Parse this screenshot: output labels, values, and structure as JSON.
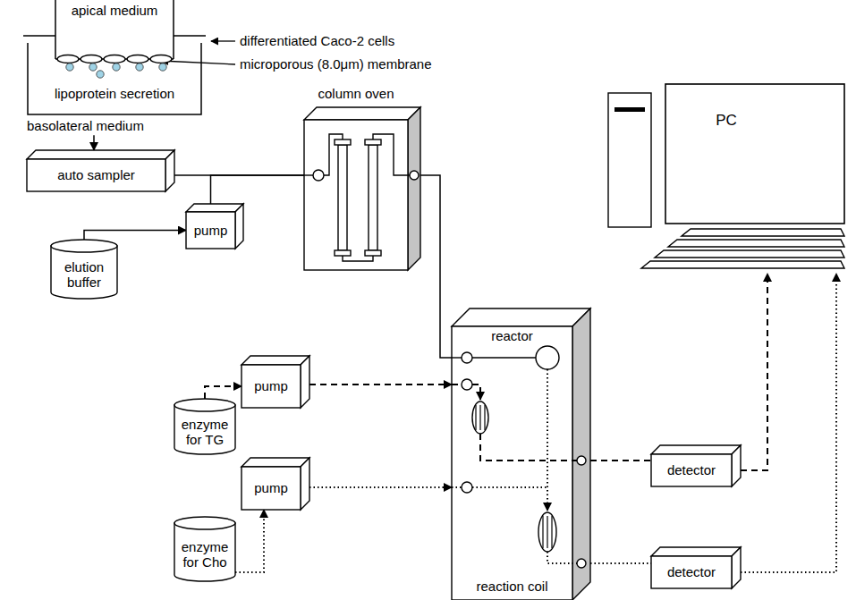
{
  "diagram": {
    "nodes": [
      {
        "text": [
          "lipoprotein secretion",
          "basolateral medium"
        ]
      },
      {
        "text": [
          "apical medium"
        ],
        "in": 0
      },
      {
        "text": [
          "auto sampler"
        ]
      },
      {
        "text": [
          "pump"
        ]
      },
      {
        "text": [
          "elution buffer"
        ]
      },
      {
        "text": [
          "column oven"
        ]
      },
      {
        "text": [
          "PC"
        ]
      },
      {
        "text": [
          "reactor",
          "reaction coil"
        ]
      },
      {
        "text": [
          "enzyme for TG"
        ]
      },
      {
        "text": [
          "pump"
        ]
      },
      {
        "text": [
          "enzyme for Cho"
        ]
      },
      {
        "text": [
          "pump"
        ]
      },
      {
        "text": [
          "detector"
        ]
      },
      {
        "text": [
          "detector"
        ]
      }
    ],
    "edges": [
      {
        "from": 0,
        "to": 2,
        "arrow": "to"
      },
      {
        "from": 4,
        "to": 3,
        "arrow": "to"
      },
      {
        "from": 2,
        "to": 5,
        "arrow": "none"
      },
      {
        "from": 3,
        "to": 5,
        "arrow": "none"
      },
      {
        "from": 5,
        "to": 7,
        "arrow": "none"
      },
      {
        "from": 8,
        "to": 9,
        "arrow": "to"
      },
      {
        "from": 10,
        "to": 11,
        "arrow": "to"
      },
      {
        "from": 9,
        "to": 7,
        "arrow": "to"
      },
      {
        "from": 11,
        "to": 7,
        "arrow": "to"
      },
      {
        "from": 7,
        "to": 12,
        "arrow": "none"
      },
      {
        "from": 7,
        "to": 13,
        "arrow": "none"
      },
      {
        "from": 12,
        "to": 6,
        "arrow": "to"
      },
      {
        "from": 13,
        "to": 6,
        "arrow": "to"
      }
    ],
    "labels": [
      "differentiated Caco-2 cells",
      "microporous (8.0μm) membrane"
    ]
  }
}
